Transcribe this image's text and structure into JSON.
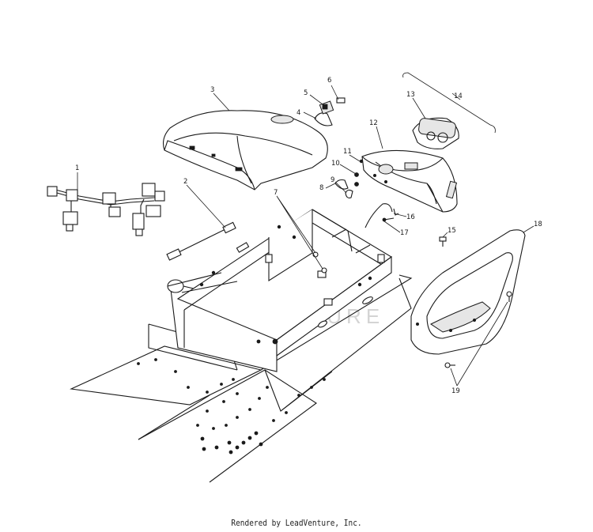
{
  "callouts": [
    "1",
    "2",
    "3",
    "4",
    "5",
    "6",
    "7",
    "8",
    "9",
    "10",
    "11",
    "12",
    "13",
    "14",
    "15",
    "16",
    "17",
    "18",
    "19"
  ],
  "watermark": "LEADVENTURE",
  "footer": "Rendered by LeadVenture, Inc."
}
